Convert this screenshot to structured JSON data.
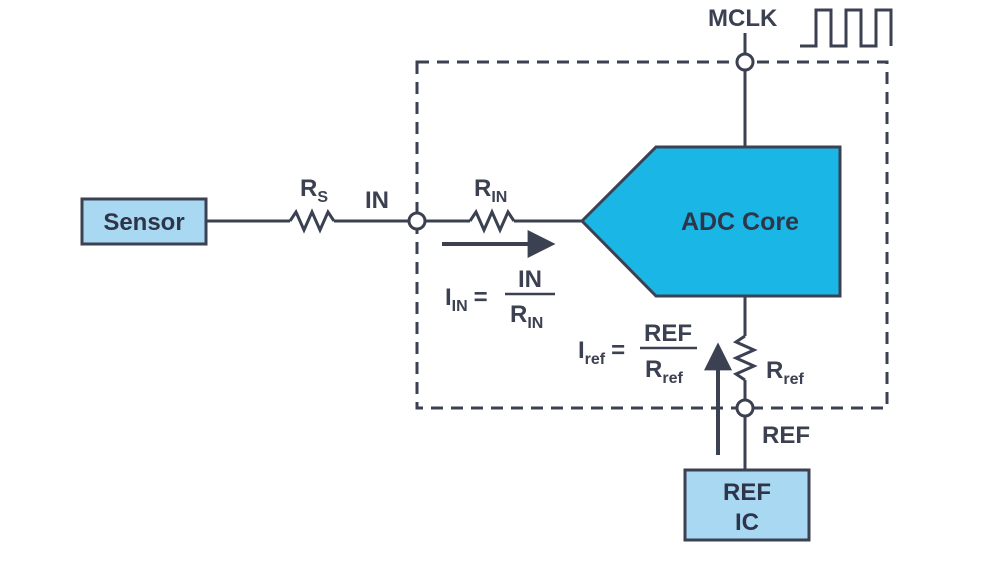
{
  "colors": {
    "line": "#3c4152",
    "box_fill": "#a9d9f2",
    "core_fill": "#1ab7e6"
  },
  "sensor": {
    "label": "Sensor"
  },
  "rs": {
    "main": "R",
    "sub": "S"
  },
  "in_pin": {
    "label": "IN"
  },
  "rin": {
    "main": "R",
    "sub": "IN"
  },
  "adc_core": {
    "label": "ADC Core"
  },
  "mclk": {
    "label": "MCLK"
  },
  "iin_formula": {
    "lhs_main": "I",
    "lhs_sub": "IN",
    "equals": "=",
    "num": "IN",
    "den_main": "R",
    "den_sub": "IN"
  },
  "iref_formula": {
    "lhs_main": "I",
    "lhs_sub": "ref",
    "equals": "=",
    "num": "REF",
    "den_main": "R",
    "den_sub": "ref"
  },
  "rref": {
    "main": "R",
    "sub": "ref"
  },
  "ref_pin": {
    "label": "REF"
  },
  "ref_ic": {
    "line1": "REF",
    "line2": "IC"
  }
}
